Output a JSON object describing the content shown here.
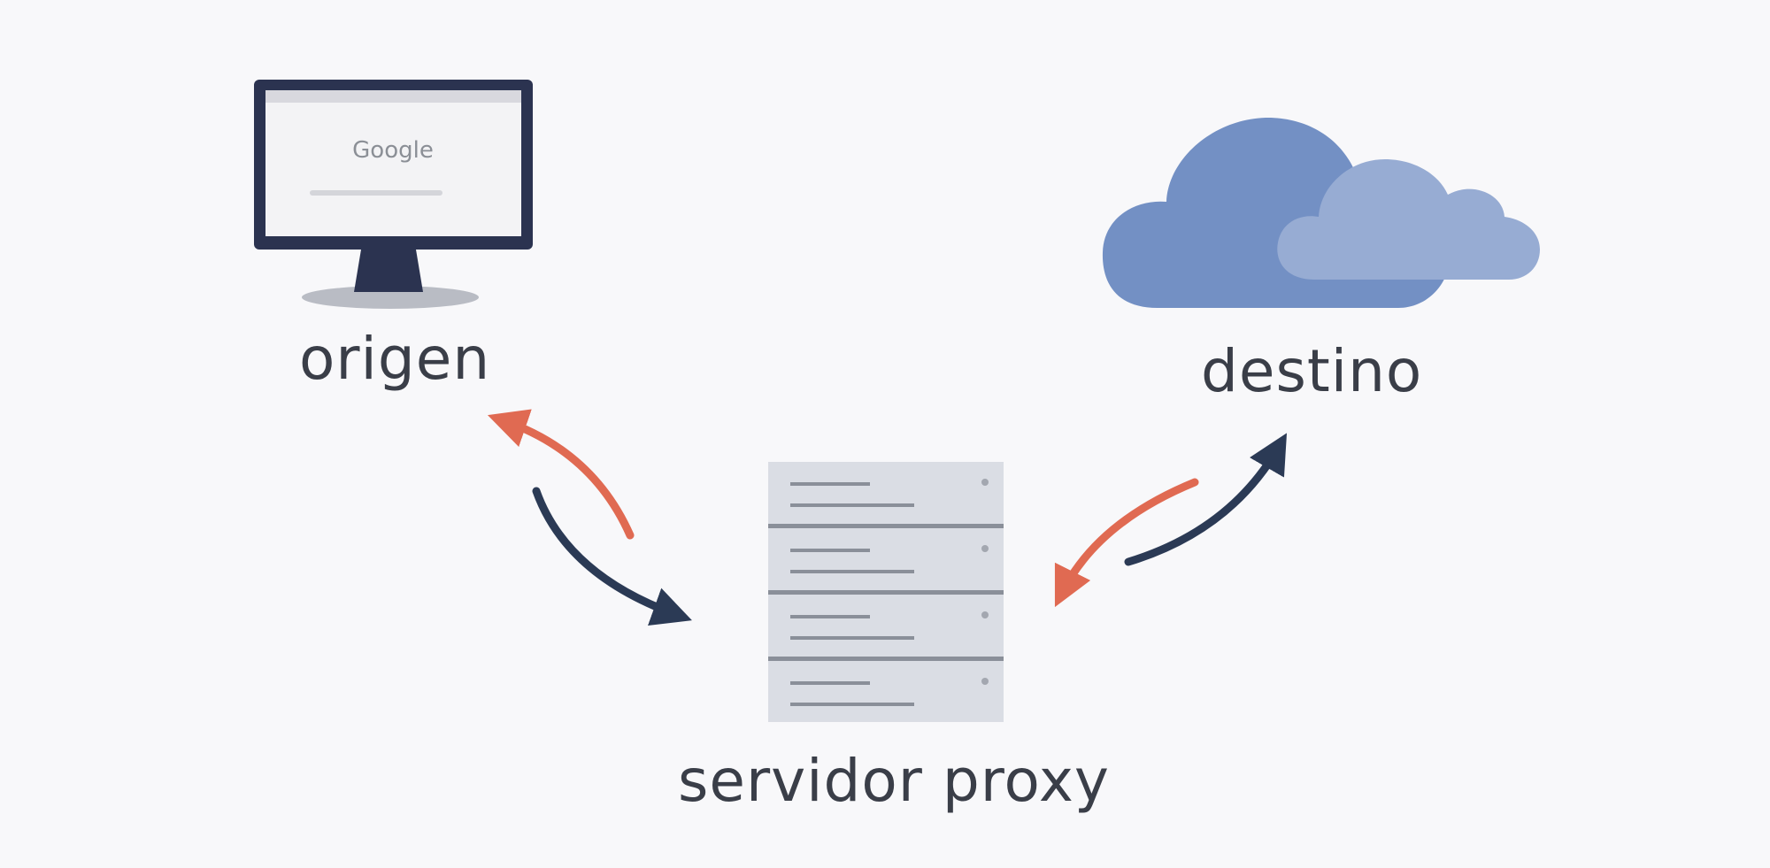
{
  "diagram": {
    "nodes": {
      "origin": {
        "label": "origen",
        "icon": "computer-monitor-icon",
        "screen_text": "Google"
      },
      "destination": {
        "label": "destino",
        "icon": "cloud-icon"
      },
      "proxy": {
        "label": "servidor proxy",
        "icon": "server-rack-icon"
      }
    },
    "edges": [
      {
        "from": "origin",
        "to": "proxy",
        "color": "#2b3a55"
      },
      {
        "from": "proxy",
        "to": "origin",
        "color": "#e06a52"
      },
      {
        "from": "proxy",
        "to": "destination",
        "color": "#2b3a55"
      },
      {
        "from": "destination",
        "to": "proxy",
        "color": "#e06a52"
      }
    ],
    "colors": {
      "background": "#f8f8fa",
      "text": "#3a3e48",
      "request_arrow": "#2b3a55",
      "response_arrow": "#e06a52",
      "cloud_primary": "#7390c4",
      "cloud_secondary": "#97acd3",
      "monitor_frame": "#2b3350",
      "server_body": "#d9dce3"
    }
  }
}
